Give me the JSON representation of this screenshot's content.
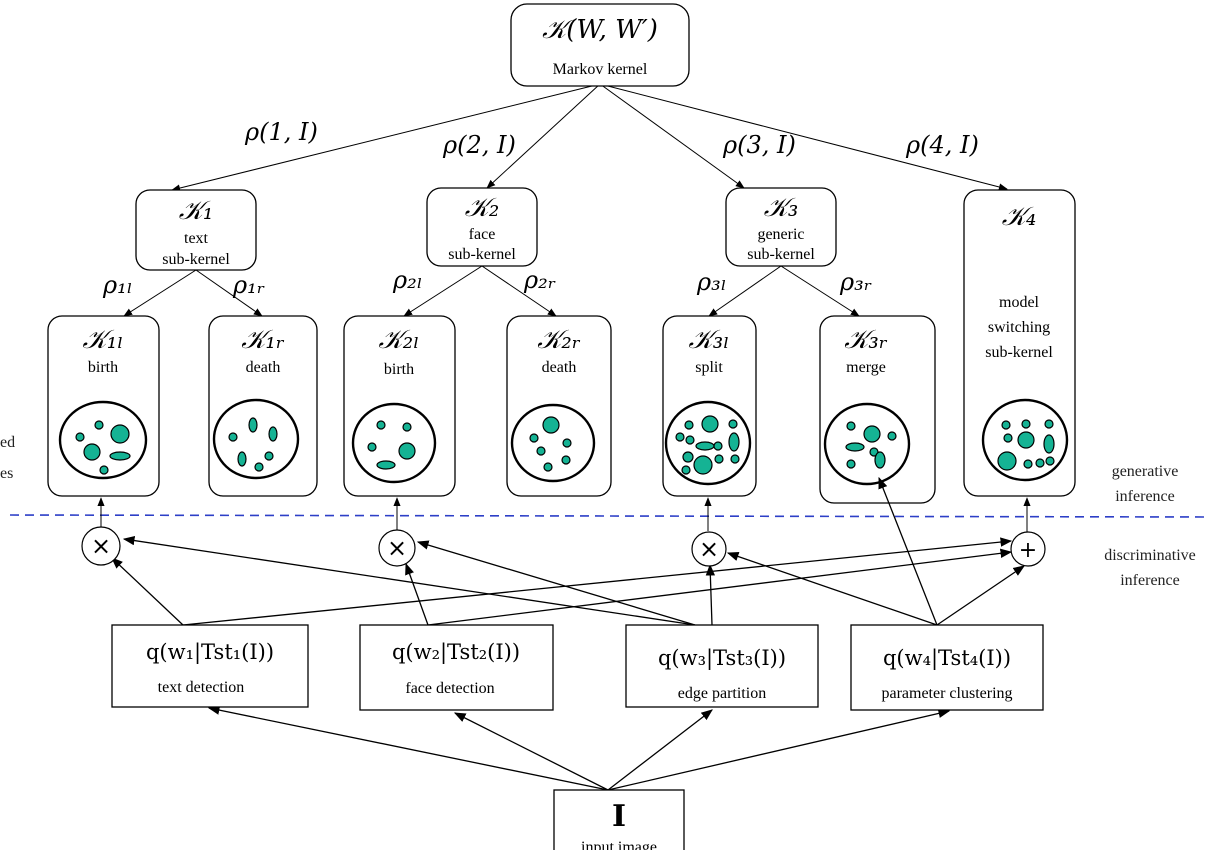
{
  "root": {
    "symbol": "𝒦(W, W′)",
    "label": "Markov kernel"
  },
  "branch_weights": [
    "ρ(1, I)",
    "ρ(2, I)",
    "ρ(3, I)",
    "ρ(4, I)"
  ],
  "subkernels": [
    {
      "symbol": "𝒦₁",
      "label1": "text",
      "label2": "sub-kernel"
    },
    {
      "symbol": "𝒦₂",
      "label1": "face",
      "label2": "sub-kernel"
    },
    {
      "symbol": "𝒦₃",
      "label1": "generic",
      "label2": "sub-kernel"
    },
    {
      "symbol": "𝒦₄",
      "label1": "model",
      "label2": "switching",
      "label3": "sub-kernel"
    }
  ],
  "sub_weights": [
    "ρ₁ₗ",
    "ρ₁ᵣ",
    "ρ₂ₗ",
    "ρ₂ᵣ",
    "ρ₃ₗ",
    "ρ₃ᵣ"
  ],
  "leaves": [
    {
      "symbol": "𝒦₁ₗ",
      "label": "birth"
    },
    {
      "symbol": "𝒦₁ᵣ",
      "label": "death"
    },
    {
      "symbol": "𝒦₂ₗ",
      "label": "birth"
    },
    {
      "symbol": "𝒦₂ᵣ",
      "label": "death"
    },
    {
      "symbol": "𝒦₃ₗ",
      "label": "split"
    },
    {
      "symbol": "𝒦₃ᵣ",
      "label": "merge"
    }
  ],
  "side_left": [
    "ed",
    "es"
  ],
  "layer_labels": {
    "generative": [
      "generative",
      "inference"
    ],
    "discriminative": [
      "discriminative",
      "inference"
    ]
  },
  "operators": [
    "×",
    "×",
    "×",
    "+"
  ],
  "detectors": [
    {
      "formula": "q(w₁|Tst₁(I))",
      "label": "text detection"
    },
    {
      "formula": "q(w₂|Tst₂(I))",
      "label": "face detection"
    },
    {
      "formula": "q(w₃|Tst₃(I))",
      "label": "edge partition"
    },
    {
      "formula": "q(w₄|Tst₄(I))",
      "label": "parameter clustering"
    }
  ],
  "input": {
    "symbol": "I",
    "label": "input image"
  },
  "colors": {
    "blob": "#15b394",
    "dashed_line": "#2d3fc7"
  }
}
